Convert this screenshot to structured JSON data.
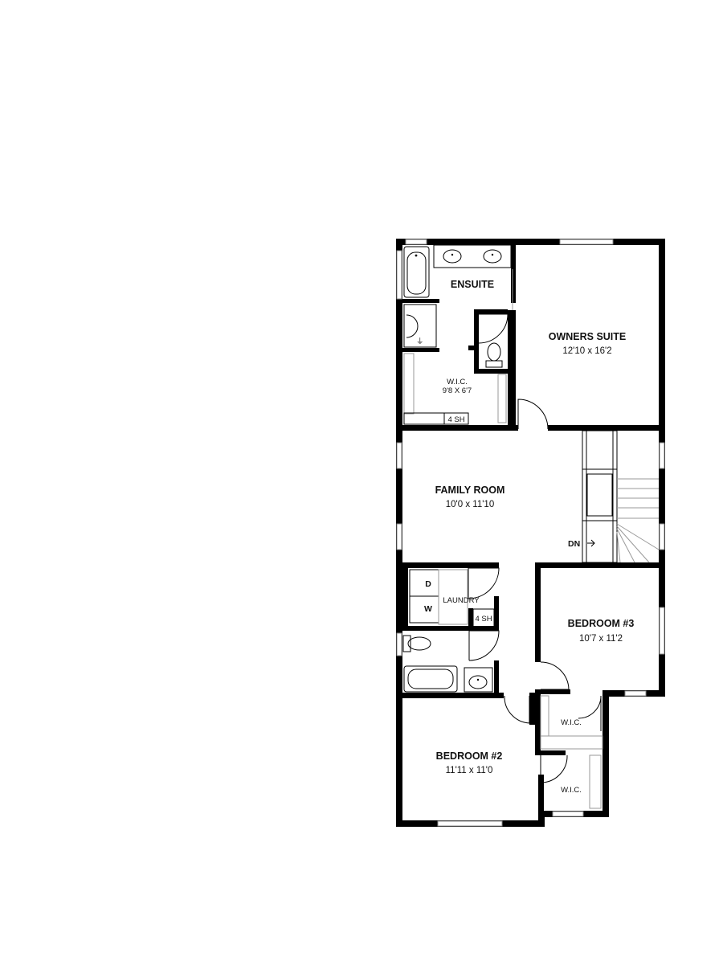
{
  "rooms": {
    "ensuite": {
      "name": "ENSUITE"
    },
    "owners_suite": {
      "name": "OWNERS SUITE",
      "size": "12'10 x 16'2"
    },
    "wic_owner": {
      "name": "W.I.C.",
      "size": "9'8 X 6'7"
    },
    "shelf_owner": "4 SH",
    "family_room": {
      "name": "FAMILY ROOM",
      "size": "10'0 x 11'10"
    },
    "stair_dn": "DN",
    "laundry": {
      "name": "LAUNDRY",
      "dryer": "D",
      "washer": "W",
      "shelf": "4 SH"
    },
    "bedroom3": {
      "name": "BEDROOM #3",
      "size": "10'7 x 11'2"
    },
    "wic_bed3": {
      "name": "W.I.C."
    },
    "bedroom2": {
      "name": "BEDROOM #2",
      "size": "11'11 x 11'0"
    },
    "wic_bed2": {
      "name": "W.I.C."
    }
  },
  "colors": {
    "wall": "#000000",
    "window": "#8a8a8a",
    "background": "#ffffff"
  },
  "icons": [
    "arrow-right-icon"
  ]
}
